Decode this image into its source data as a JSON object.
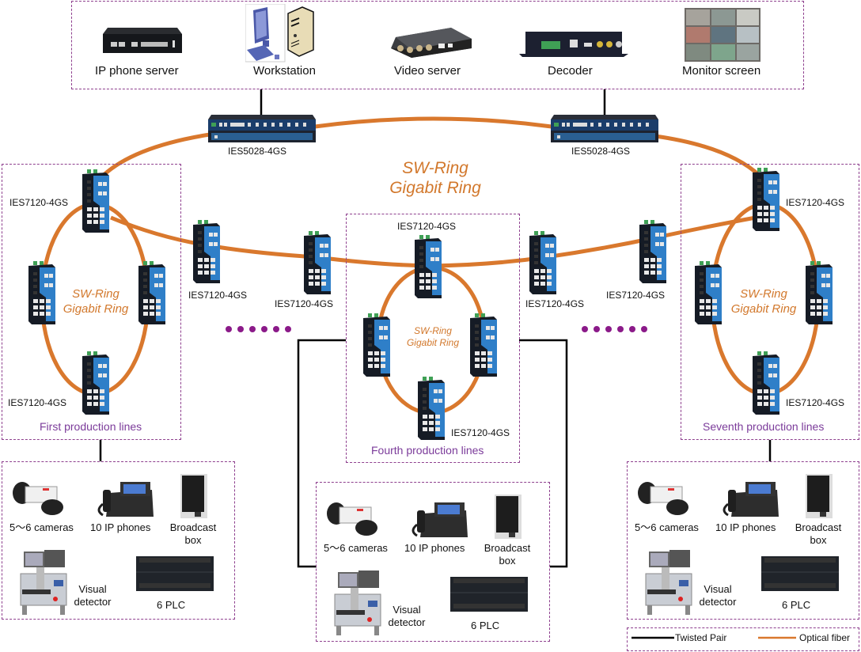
{
  "diagram": {
    "title": "SW-Ring Gigabit Ring",
    "colors": {
      "fiber": "#d9782d",
      "twisted_pair": "#000000",
      "dashed_border": "#8e3f8e",
      "ring_label": "#d2782c",
      "line_label": "#7b3b9a",
      "ellipsis_dots": "#8b1a89"
    },
    "control_center": {
      "devices": [
        {
          "icon": "ip-phone-server-icon",
          "label": "IP phone server"
        },
        {
          "icon": "workstation-icon",
          "label": "Workstation"
        },
        {
          "icon": "video-server-icon",
          "label": "Video server"
        },
        {
          "icon": "decoder-icon",
          "label": "Decoder"
        },
        {
          "icon": "monitor-screen-icon",
          "label": "Monitor screen"
        }
      ]
    },
    "core_switches": [
      {
        "model": "IES5028-4GS"
      },
      {
        "model": "IES5028-4GS"
      }
    ],
    "main_ring": {
      "line1": "SW-Ring",
      "line2": "Gigabit Ring"
    },
    "intermediate_switches": [
      {
        "model": "IES7120-4GS"
      },
      {
        "model": "IES7120-4GS"
      },
      {
        "model": "IES7120-4GS"
      },
      {
        "model": "IES7120-4GS"
      }
    ],
    "production_lines": [
      {
        "name": "First production lines",
        "ring_line1": "SW-Ring",
        "ring_line2": "Gigabit Ring",
        "switch_labels": [
          "IES7120-4GS",
          "IES7120-4GS"
        ]
      },
      {
        "name": "Fourth production lines",
        "ring_line1": "SW-Ring",
        "ring_line2": "Gigabit Ring",
        "switch_labels": [
          "IES7120-4GS",
          "IES7120-4GS"
        ]
      },
      {
        "name": "Seventh production lines",
        "ring_line1": "SW-Ring",
        "ring_line2": "Gigabit Ring",
        "switch_labels": [
          "IES7120-4GS",
          "IES7120-4GS"
        ]
      }
    ],
    "field_devices": {
      "cameras": "5～6 cameras",
      "ip_phones": "10 IP phones",
      "broadcast_line1": "Broadcast",
      "broadcast_line2": "box",
      "visual_line1": "Visual",
      "visual_line2": "detector",
      "plc": "6 PLC"
    },
    "legend": {
      "twisted_pair": "Twisted Pair",
      "optical_fiber": "Optical fiber"
    }
  }
}
